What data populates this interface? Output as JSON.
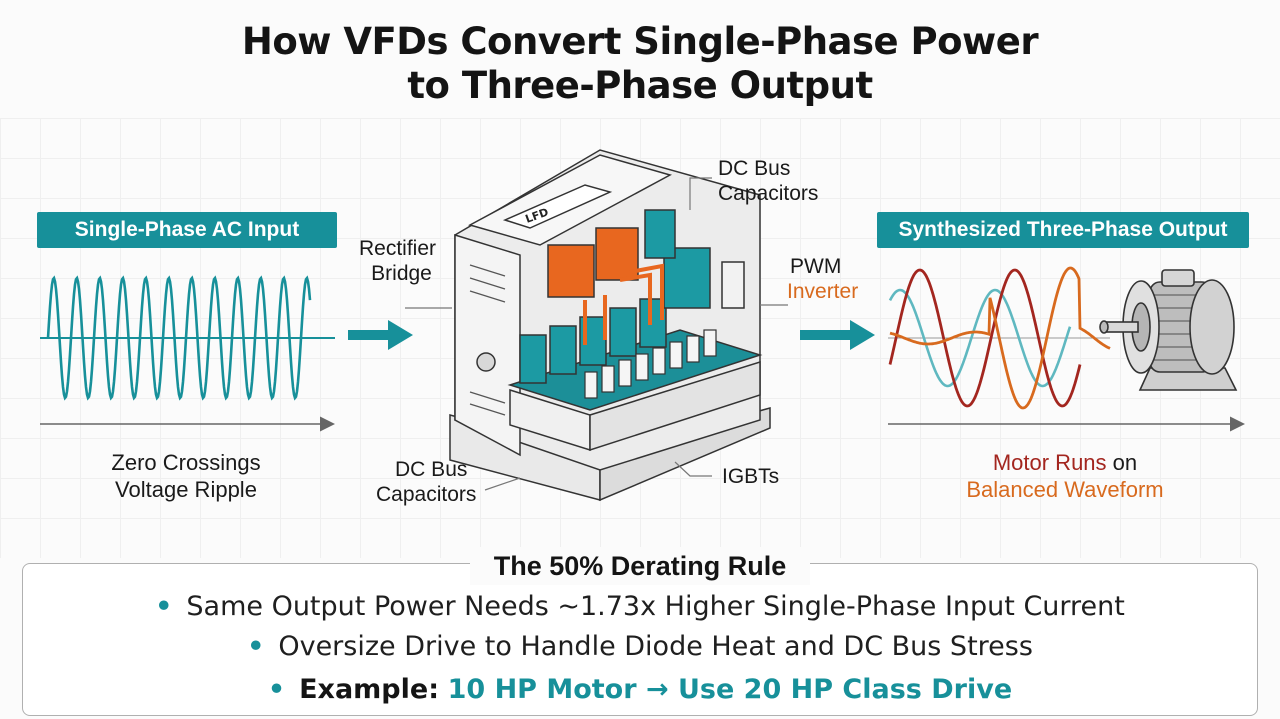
{
  "title": {
    "line1": "How VFDs Convert Single-Phase Power",
    "line2": "to Three-Phase Output"
  },
  "input": {
    "badge": "Single-Phase AC Input",
    "caption_line1": "Zero Crossings",
    "caption_line2": "Voltage Ripple"
  },
  "output": {
    "badge": "Synthesized Three-Phase Output",
    "caption_part1": "Motor Runs",
    "caption_part2": "on",
    "caption_line2": "Balanced Waveform"
  },
  "device_labels": {
    "rectifier_line1": "Rectifier",
    "rectifier_line2": "Bridge",
    "dc_bus_top_line1": "DC Bus",
    "dc_bus_top_line2": "Capacitors",
    "pwm_line1": "PWM",
    "pwm_line2": "Inverter",
    "dc_bus_bottom_line1": "DC Bus",
    "dc_bus_bottom_line2": "Capacitors",
    "igbts": "IGBTs",
    "housing_logo": "LFD"
  },
  "rule": {
    "title": "The 50% Derating Rule",
    "bullet1": "Same Output Power Needs ~1.73x Higher Single-Phase Input Current",
    "bullet2": "Oversize Drive to Handle Diode Heat and DC Bus Stress",
    "bullet3_label": "Example:",
    "bullet3_value": "10 HP Motor → Use 20 HP Class Drive"
  },
  "colors": {
    "teal": "#17909a",
    "orange": "#d86a1e",
    "dark_red": "#a3261f",
    "light_teal_wave": "#5fb8c0"
  }
}
